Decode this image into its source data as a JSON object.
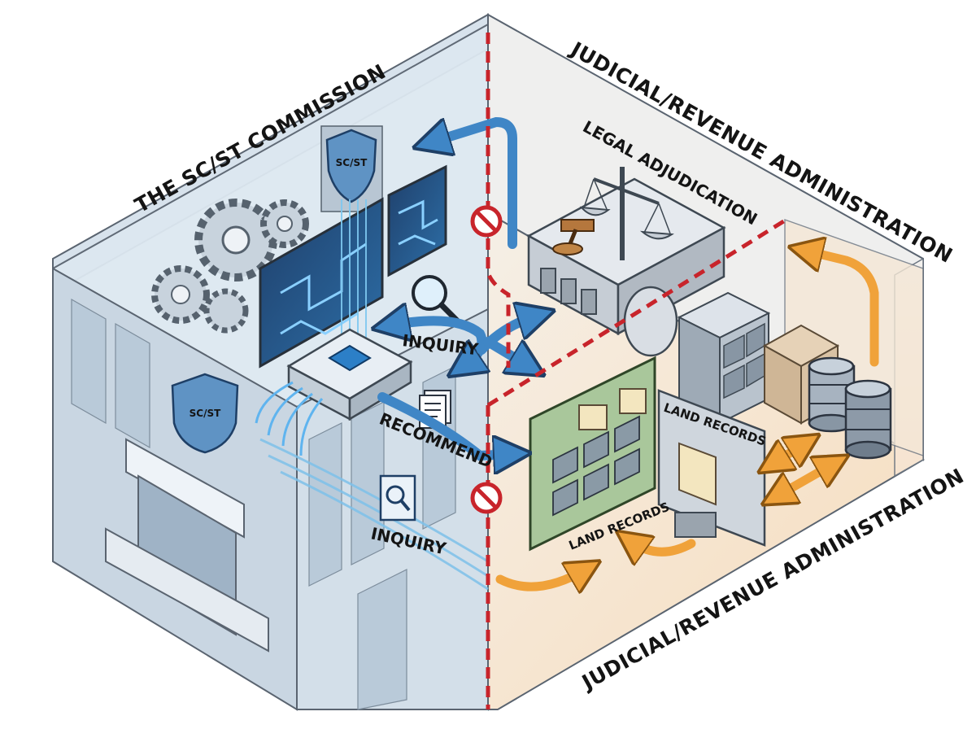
{
  "labels": {
    "commission_title": "THE SC/ST COMMISSION",
    "judicial_top": "JUDICIAL/REVENUE ADMINISTRATION",
    "judicial_bottom": "JUDICIAL/REVENUE ADMINISTRATION",
    "legal_adjudication": "LEGAL ADJUDICATION",
    "inquiry_top": "INQUIRY",
    "inquiry_bottom": "INQUIRY",
    "recommend": "RECOMMEND",
    "land_records_panel": "LAND RECORDS",
    "land_records_floor": "LAND RECORDS",
    "shield_top": "SC/ST",
    "shield_bottom": "SC/ST"
  },
  "icons": {
    "prohibition_upper": "no-entry-icon",
    "prohibition_lower": "no-entry-icon",
    "magnifier": "magnifier-icon",
    "inquiry_document": "search-document-icon",
    "recommend_document": "document-icon",
    "scales": "scales-of-justice-icon",
    "gavel": "gavel-icon",
    "gears": "gears-icon",
    "database": "database-icon",
    "filing_cabinet": "filing-cabinet-icon",
    "scroll": "scroll-icon"
  },
  "colors": {
    "commission_blue": "#3f86c6",
    "boundary_red": "#c8242b",
    "flow_orange": "#f0a23a",
    "glass": "#dce8f2",
    "floor_warm": "#f7e4cc"
  }
}
